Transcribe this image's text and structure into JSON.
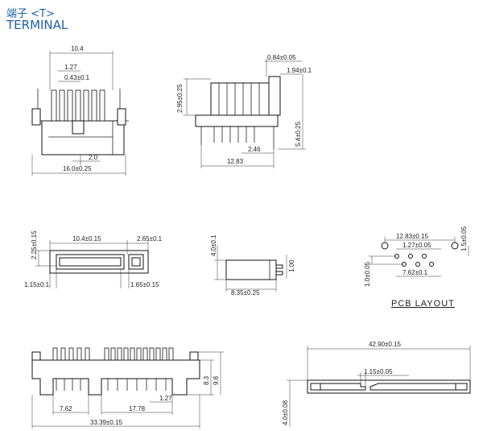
{
  "header": {
    "title_cn": "端子 <T>",
    "title_en": "TERMINAL"
  },
  "front_view": {
    "d_width_top": "10.4",
    "d_pitch": "1.27",
    "d_pin_width": "0.43±0.1",
    "d_2": "2.0",
    "d_width_total": "16.0±0.25"
  },
  "side_view": {
    "d_thick": "0.84±0.05",
    "d_offset": "1.94±0.1",
    "d_height_left": "2.95±0.25",
    "d_height_right": "5.4±0.25",
    "d_246": "2.46",
    "d_1283": "12.83"
  },
  "top_view": {
    "d_width": "10.4±0.15",
    "d_265": "2.65±0.1",
    "d_225": "2.25±0.15",
    "d_115": "1.15±0.1",
    "d_165": "1.65±0.15"
  },
  "small_view": {
    "d_40": "4.0±0.1",
    "d_100": "1.00",
    "d_835": "8.35±0.25"
  },
  "pcb": {
    "d_1283": "12.83±0.15",
    "d_15": "1.5±0.05",
    "d_127": "1.27±0.05",
    "d_10": "1.0±0.05",
    "d_762": "7.62±0.1",
    "label": "PCB LAYOUT"
  },
  "bottom_left": {
    "d_83": "8.3",
    "d_98": "9.8",
    "d_762": "7.62",
    "d_1778": "17.78",
    "d_127": "1.27",
    "d_3339": "33.39±0.15"
  },
  "bottom_right": {
    "d_4290": "42.90±0.15",
    "d_115": "1.15±0.05",
    "d_40": "4.0±0.08"
  }
}
